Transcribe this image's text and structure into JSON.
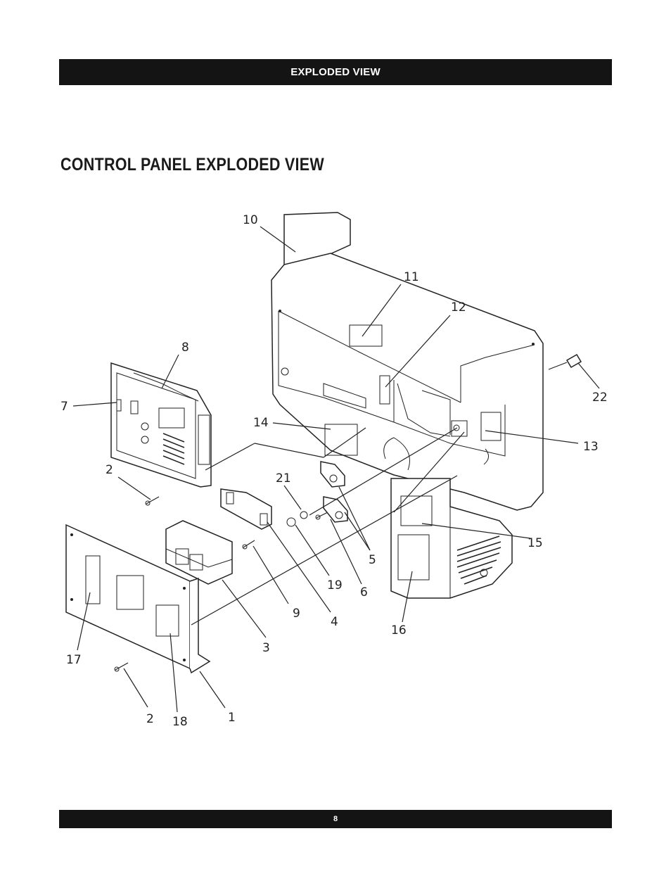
{
  "header": {
    "section_title": "EXPLODED VIEW"
  },
  "title": "CONTROL PANEL EXPLODED VIEW",
  "diagram": {
    "callouts": {
      "c1": "1",
      "c2a": "2",
      "c2b": "2",
      "c3": "3",
      "c4": "4",
      "c5": "5",
      "c6": "6",
      "c7": "7",
      "c8": "8",
      "c9": "9",
      "c10": "10",
      "c11": "11",
      "c12": "12",
      "c13": "13",
      "c14": "14",
      "c15": "15",
      "c16": "16",
      "c17": "17",
      "c18": "18",
      "c19": "19",
      "c21": "21",
      "c22": "22"
    }
  },
  "footer": {
    "page_number": "8"
  }
}
